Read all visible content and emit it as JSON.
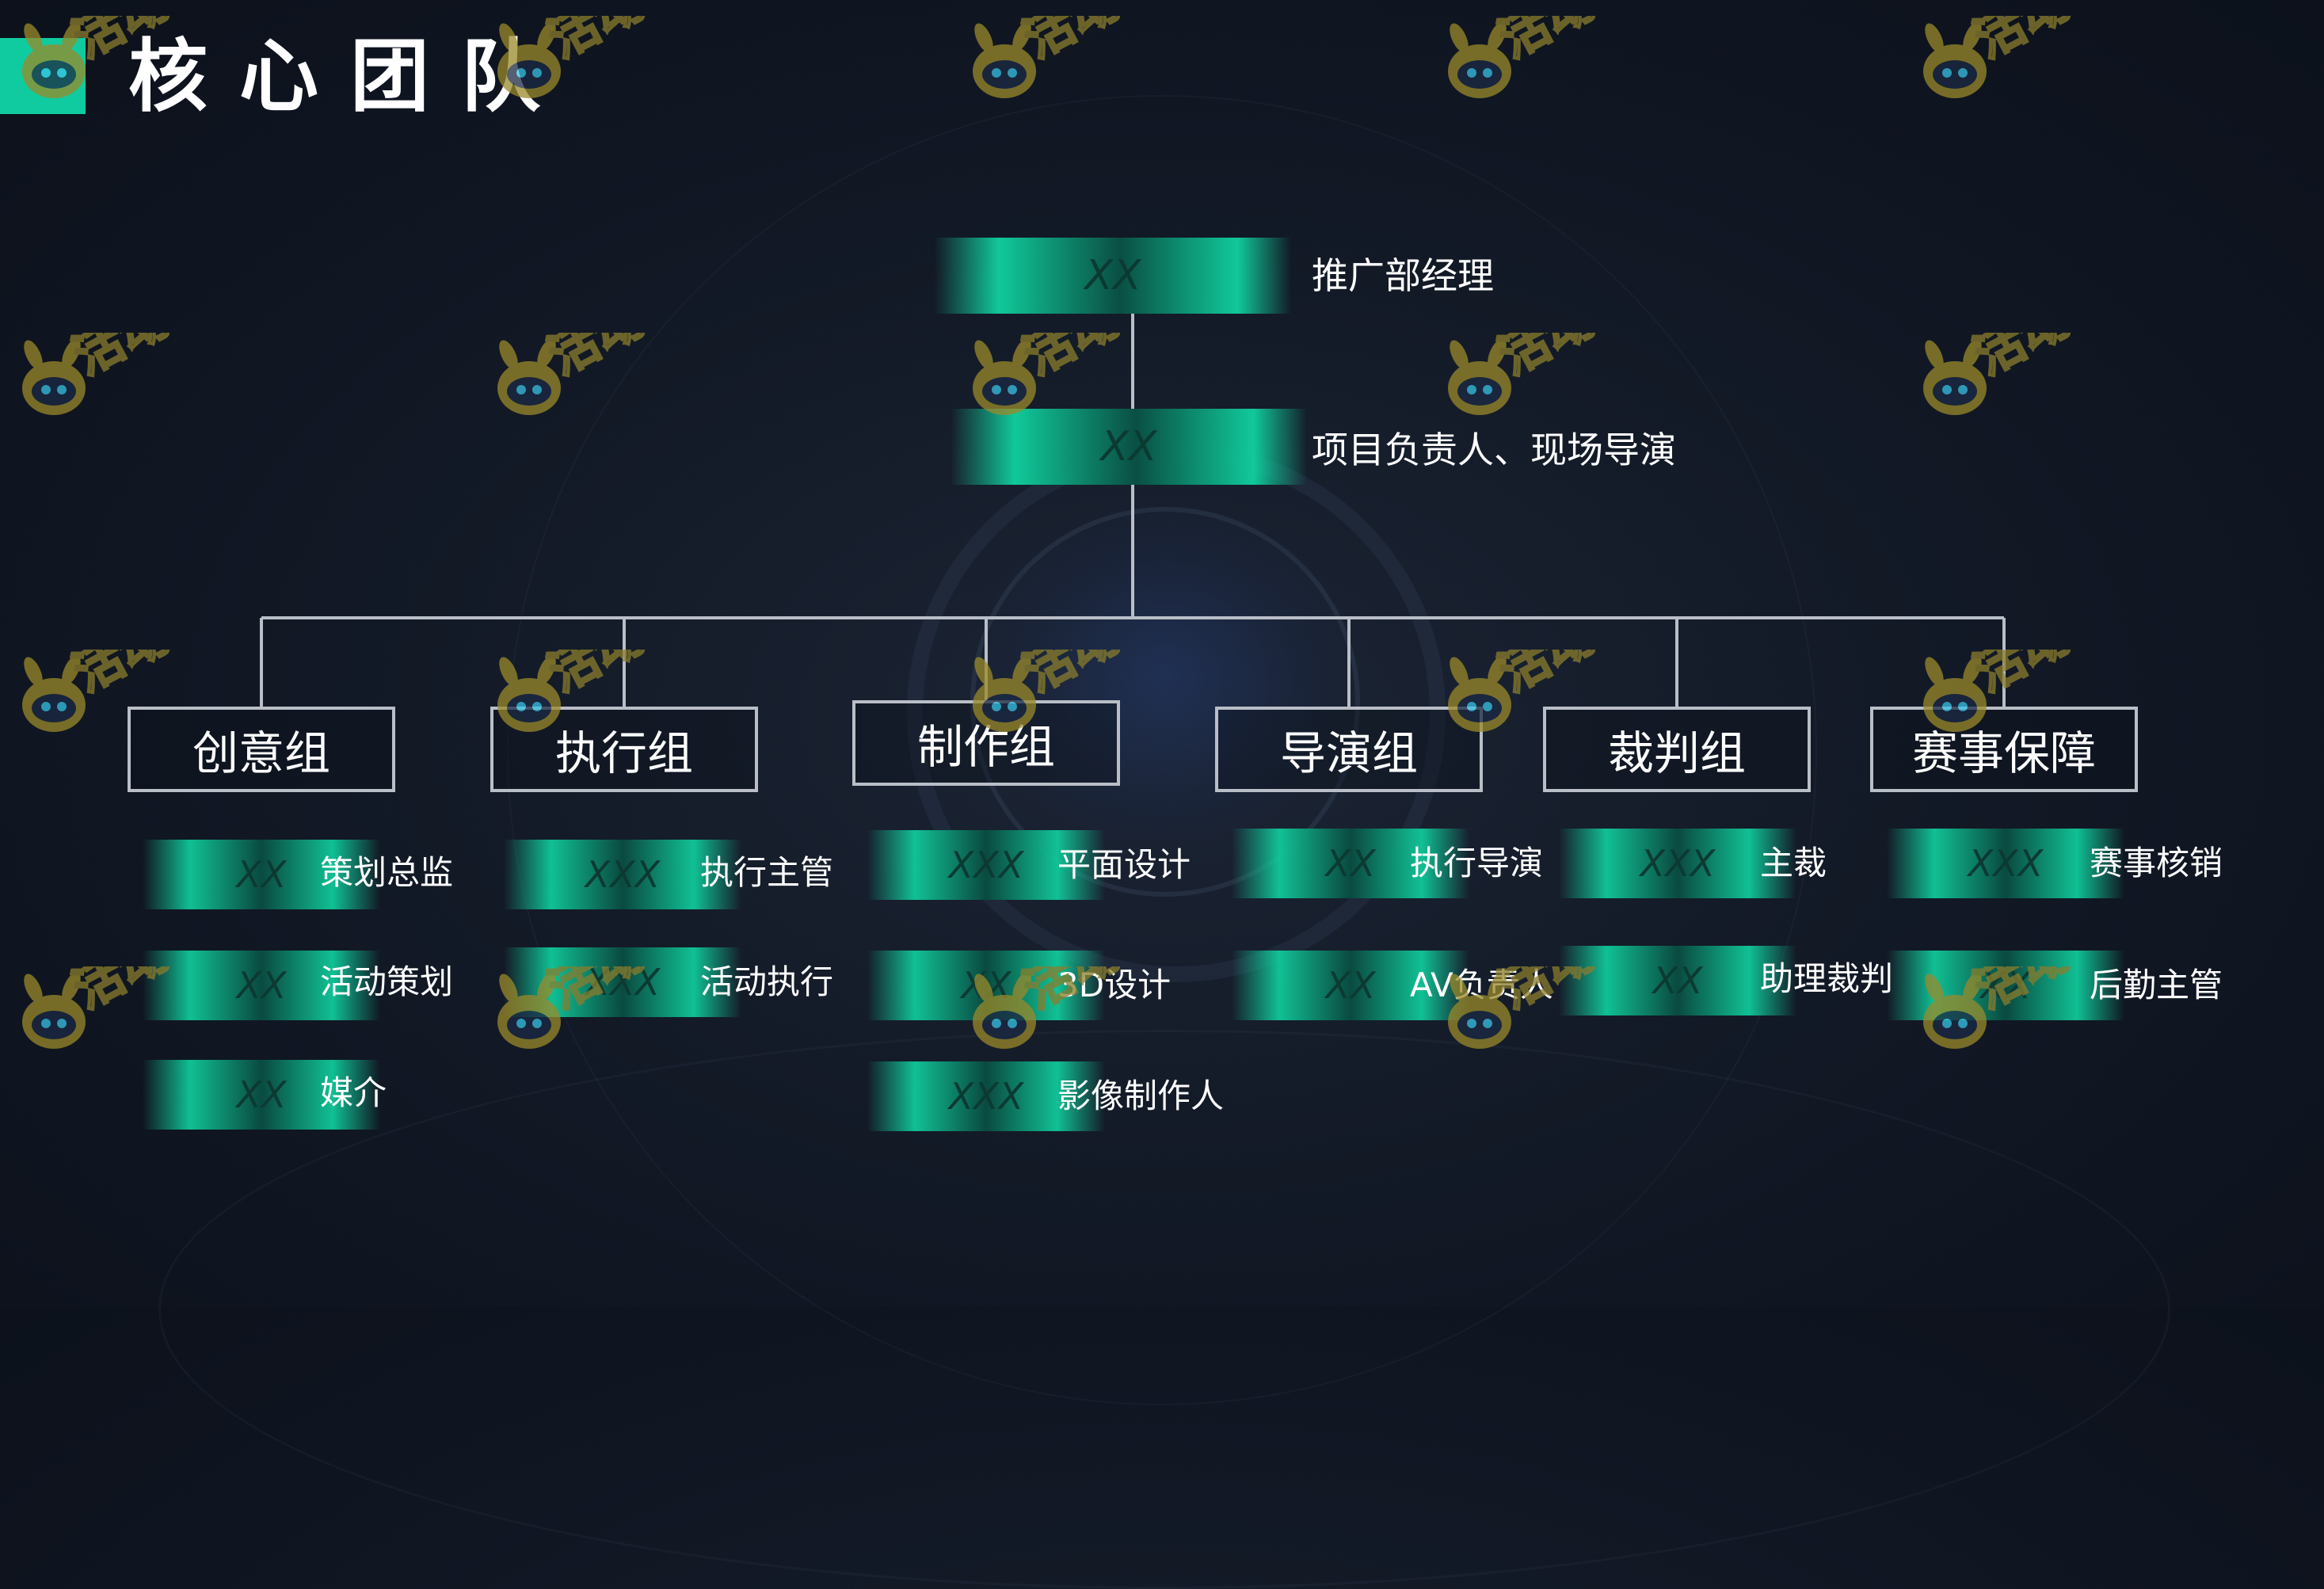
{
  "title": "核心团队",
  "colors": {
    "accent": "#10cba0",
    "line": "#b9bec7",
    "background": "#141b28"
  },
  "leaders": [
    {
      "name": "XX",
      "role": "推广部经理"
    },
    {
      "name": "XX",
      "role": "项目负责人、现场导演"
    }
  ],
  "groups": [
    {
      "title": "创意组",
      "members": [
        {
          "name": "XX",
          "role": "策划总监"
        },
        {
          "name": "XX",
          "role": "活动策划"
        },
        {
          "name": "XX",
          "role": "媒介"
        }
      ]
    },
    {
      "title": "执行组",
      "members": [
        {
          "name": "XXX",
          "role": "执行主管"
        },
        {
          "name": "XXX",
          "role": "活动执行"
        }
      ]
    },
    {
      "title": "制作组",
      "members": [
        {
          "name": "XXX",
          "role": "平面设计"
        },
        {
          "name": "XX",
          "role": "3D设计"
        },
        {
          "name": "XXX",
          "role": "影像制作人"
        }
      ]
    },
    {
      "title": "导演组",
      "members": [
        {
          "name": "XX",
          "role": "执行导演"
        },
        {
          "name": "XX",
          "role": "AV负责人"
        }
      ]
    },
    {
      "title": "裁判组",
      "members": [
        {
          "name": "XXX",
          "role": "主裁"
        },
        {
          "name": "XX",
          "role": "助理裁判"
        }
      ]
    },
    {
      "title": "赛事保障",
      "members": [
        {
          "name": "XXX",
          "role": "赛事核销"
        },
        {
          "name": "XX",
          "role": "后勤主管"
        }
      ]
    }
  ],
  "watermark": {
    "icon": "mascot-logo",
    "text": "活动汪"
  }
}
